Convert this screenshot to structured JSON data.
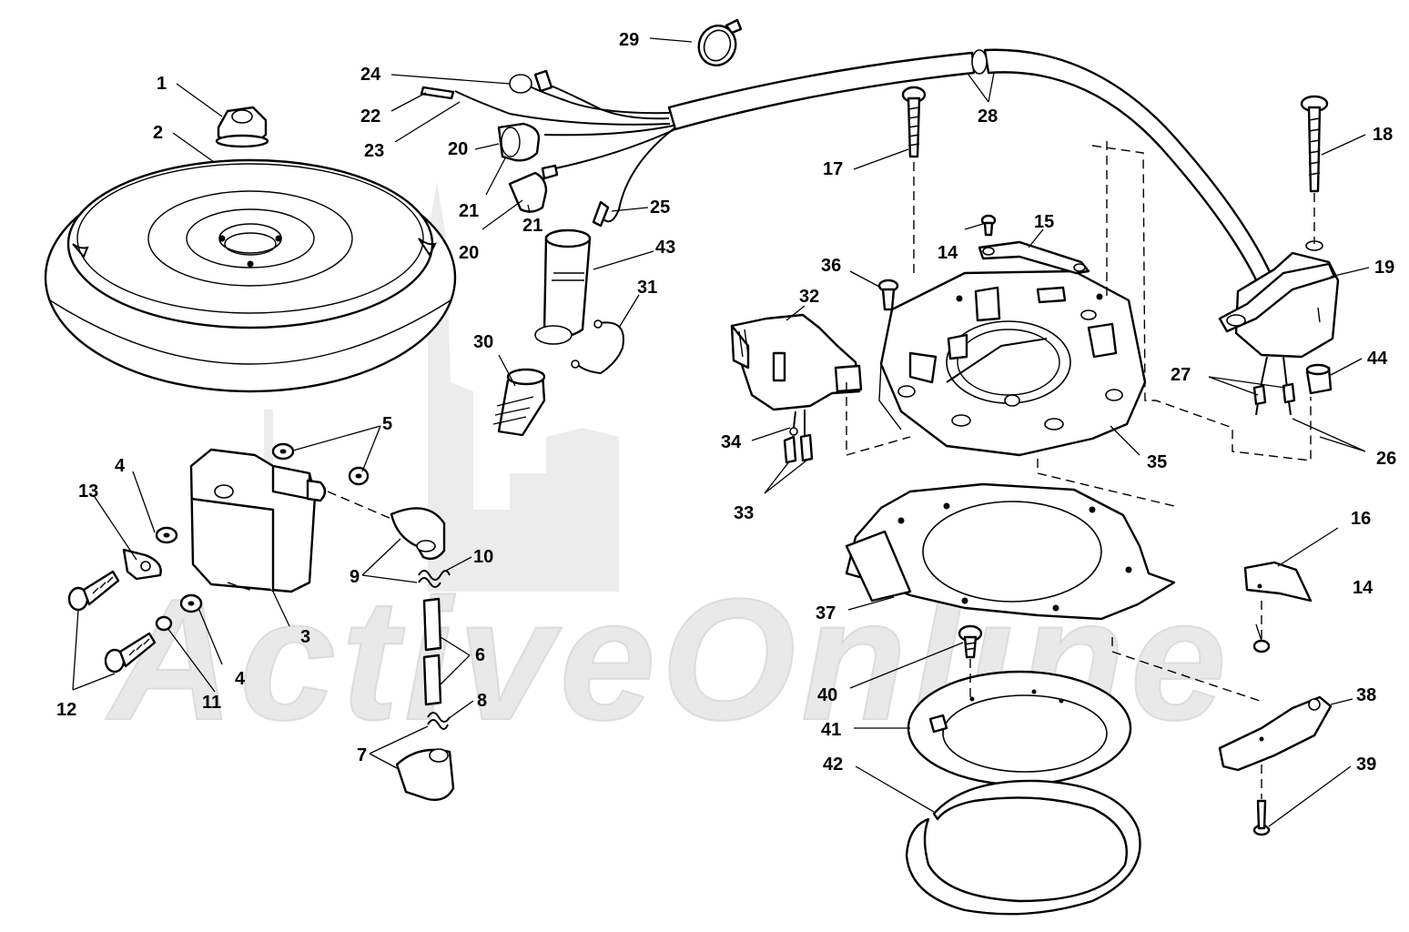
{
  "watermark": {
    "text": "ActiveOnline",
    "colors": {
      "fill": "#e9e9e9",
      "stroke": "#dcdcdc"
    }
  },
  "style": {
    "line_color": "#000000",
    "background": "#ffffff"
  },
  "callouts": [
    {
      "label": "1"
    },
    {
      "label": "2"
    },
    {
      "label": "3"
    },
    {
      "label": "4"
    },
    {
      "label": "4"
    },
    {
      "label": "5"
    },
    {
      "label": "6"
    },
    {
      "label": "7"
    },
    {
      "label": "8"
    },
    {
      "label": "9"
    },
    {
      "label": "10"
    },
    {
      "label": "11"
    },
    {
      "label": "12"
    },
    {
      "label": "13"
    },
    {
      "label": "14"
    },
    {
      "label": "14"
    },
    {
      "label": "15"
    },
    {
      "label": "16"
    },
    {
      "label": "17"
    },
    {
      "label": "18"
    },
    {
      "label": "19"
    },
    {
      "label": "20"
    },
    {
      "label": "20"
    },
    {
      "label": "21"
    },
    {
      "label": "21"
    },
    {
      "label": "22"
    },
    {
      "label": "23"
    },
    {
      "label": "24"
    },
    {
      "label": "25"
    },
    {
      "label": "26"
    },
    {
      "label": "27"
    },
    {
      "label": "28"
    },
    {
      "label": "29"
    },
    {
      "label": "30"
    },
    {
      "label": "31"
    },
    {
      "label": "32"
    },
    {
      "label": "33"
    },
    {
      "label": "34"
    },
    {
      "label": "35"
    },
    {
      "label": "36"
    },
    {
      "label": "37"
    },
    {
      "label": "38"
    },
    {
      "label": "39"
    },
    {
      "label": "40"
    },
    {
      "label": "41"
    },
    {
      "label": "42"
    },
    {
      "label": "43"
    },
    {
      "label": "44"
    }
  ]
}
